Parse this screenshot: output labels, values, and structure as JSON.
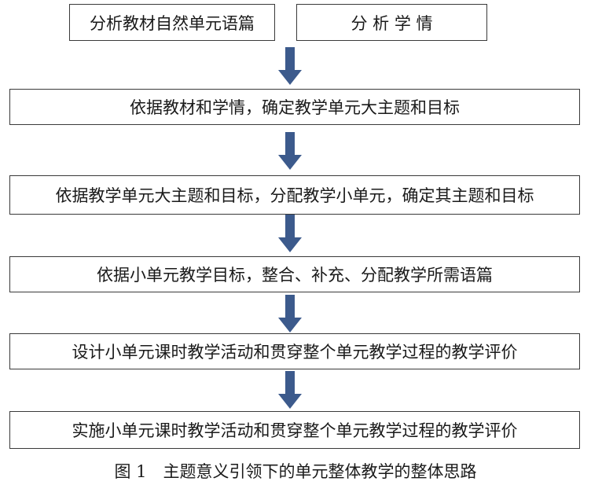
{
  "diagram": {
    "top_boxes": [
      {
        "label": "分析教材自然单元语篇"
      },
      {
        "label": "分 析 学 情"
      }
    ],
    "steps": [
      {
        "label": "依据教材和学情，确定教学单元大主题和目标"
      },
      {
        "label": "依据教学单元大主题和目标，分配教学小单元，确定其主题和目标"
      },
      {
        "label": "依据小单元教学目标，整合、补充、分配教学所需语篇"
      },
      {
        "label": "设计小单元课时教学活动和贯穿整个单元教学过程的教学评价"
      },
      {
        "label": "实施小单元课时教学活动和贯穿整个单元教学过程的教学评价"
      }
    ],
    "arrow_color": "#3c5a8c",
    "border_color": "#3a3a3a",
    "caption": "图 1　主题意义引领下的单元整体教学的整体思路"
  }
}
